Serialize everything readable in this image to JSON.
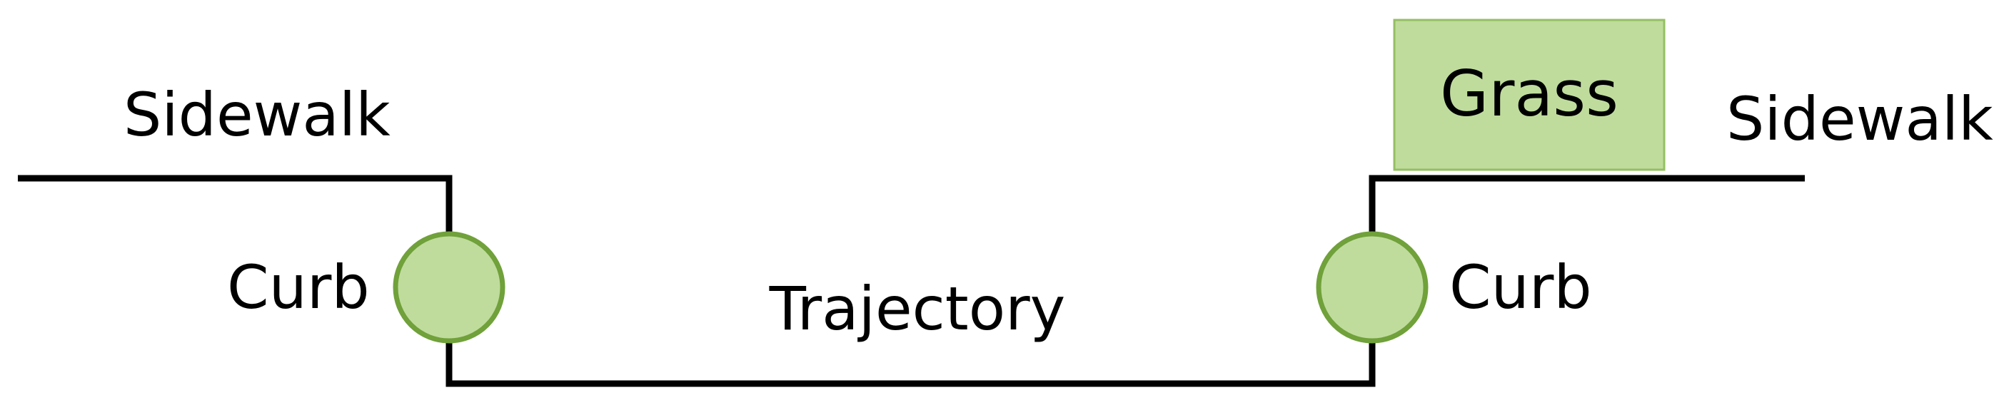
{
  "labels": {
    "sidewalk_left": "Sidewalk",
    "sidewalk_right": "Sidewalk",
    "curb_left": "Curb",
    "curb_right": "Curb",
    "trajectory": "Trajectory",
    "grass": "Grass"
  },
  "colors": {
    "line": "#000000",
    "curb_fill": "#bfdc9d",
    "curb_stroke": "#70a13a",
    "grass_fill": "#bfdc9d",
    "grass_stroke": "#94bf63"
  }
}
